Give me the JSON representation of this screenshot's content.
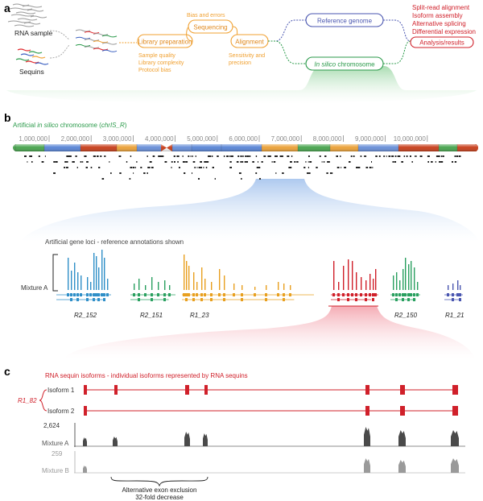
{
  "panel_a": {
    "label": "a",
    "rna_sample": "RNA sample",
    "sequins": "Sequins",
    "library_preparation": "Library preparation",
    "library_notes": [
      "Sample quality",
      "Library complexity",
      "Protocol bias"
    ],
    "bias_and_errors": "Bias and errors",
    "sequencing": "Sequencing",
    "alignment": "Alignment",
    "alignment_notes": [
      "Sensitivity and",
      "precision"
    ],
    "reference_genome": "Reference genome",
    "in_silico_chromosome_italic": "In silico",
    "in_silico_chromosome_rest": " chromosome",
    "analysis_list": [
      "Split-read alignment",
      "Isoform assembly",
      "Alternative splicing",
      "Differential expression"
    ],
    "analysis_results": "Analysis/results",
    "colors": {
      "orange": "#f0a030",
      "blue": "#4a56b0",
      "green": "#2a9a4a",
      "red": "#d0202a"
    }
  },
  "panel_b": {
    "label": "b",
    "title_prefix": "Artificial ",
    "title_italic": "in silico",
    "title_mid": " chromosome (",
    "title_chr": "chrIS_R",
    "title_suffix": ")",
    "coordinates": [
      "1,000,000",
      "2,000,000",
      "3,000,000",
      "4,000,000",
      "5,000,000",
      "6,000,000",
      "7,000,000",
      "8,000,000",
      "9,000,000",
      "10,000,000"
    ],
    "gene_loci_title": "Artificial gene loci - reference annotations shown",
    "mixture_label": "Mixture A",
    "loci": [
      "R2_152",
      "R2_151",
      "R1_23",
      "R2_150",
      "R1_21"
    ]
  },
  "panel_c": {
    "label": "c",
    "title": "RNA sequin isoforms - individual isoforms represented by RNA sequins",
    "gene": "R1_82",
    "isoform_1": "Isoform 1",
    "isoform_2": "Isoform 2",
    "mixture_a": "Mixture A",
    "mixture_b": "Mixture B",
    "scale_a": "2,624",
    "scale_b": "259",
    "annotation_line1": "Alternative exon exclusion",
    "annotation_line2": "32-fold decrease"
  }
}
